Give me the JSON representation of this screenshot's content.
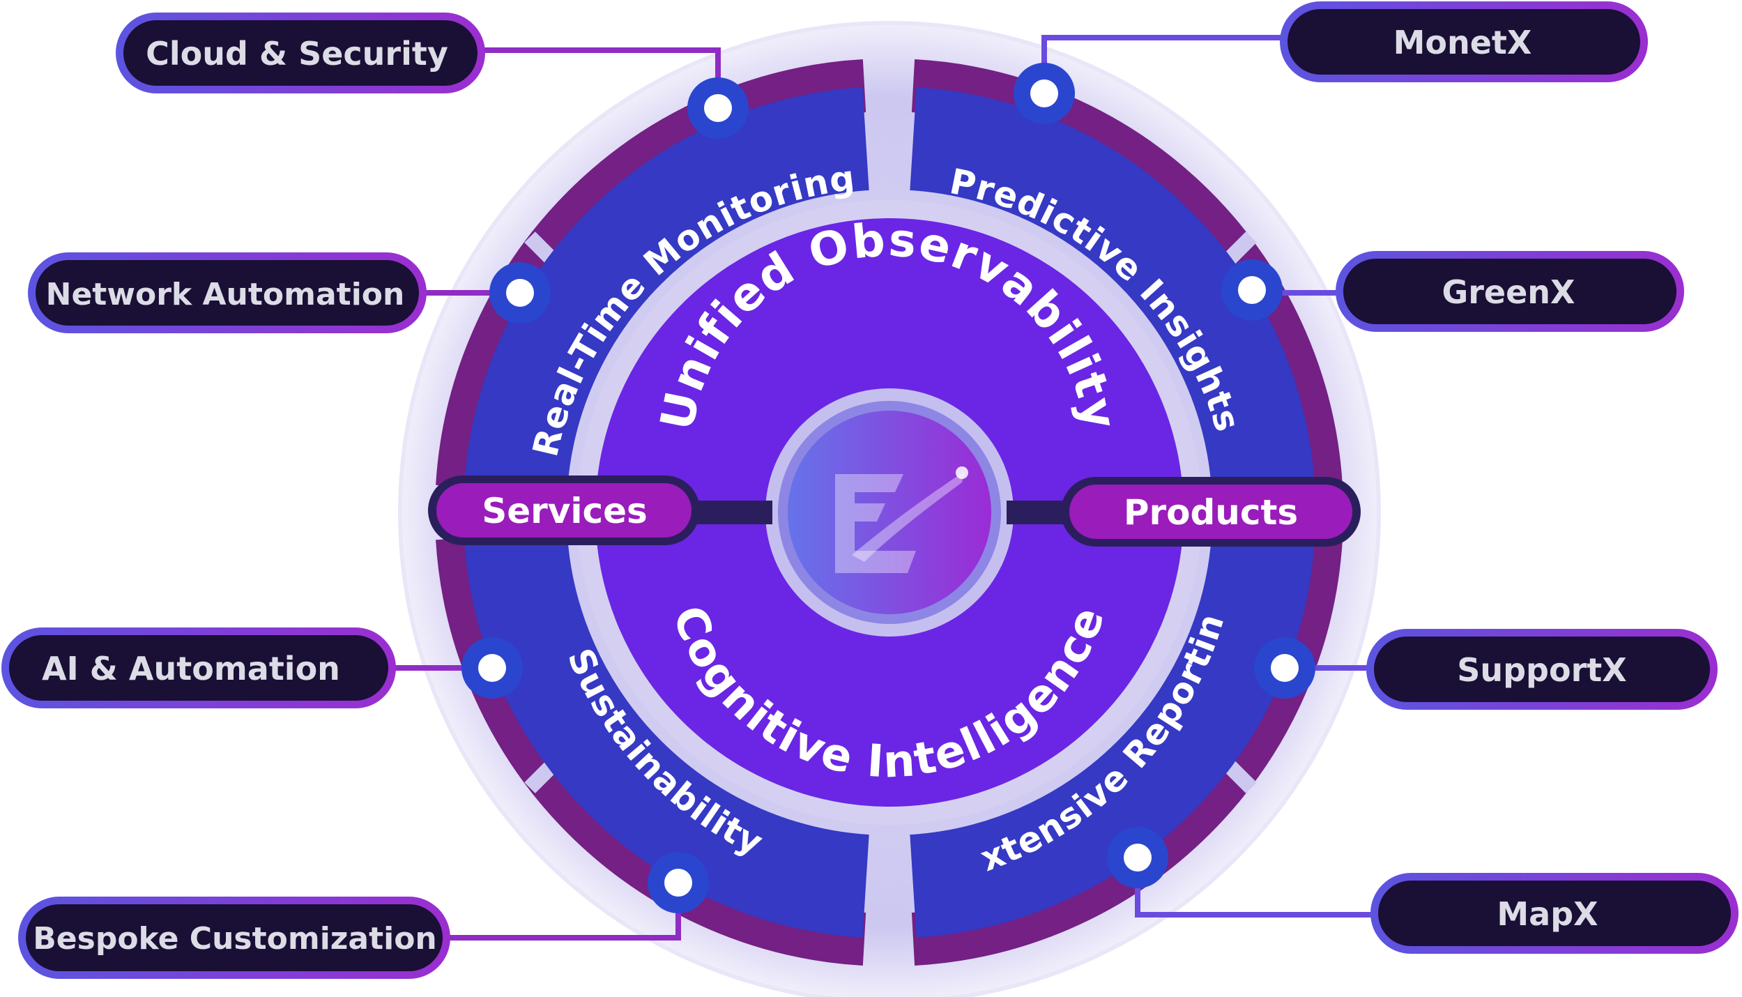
{
  "center": {
    "logo_icon": "stylized-e-logo-icon",
    "top_arc_text": "Unified Observability",
    "bottom_arc_text": "Cognitive Intelligence"
  },
  "middle_ring": {
    "top_left": "Real-Time Monitoring",
    "top_right": "Predictive Insights",
    "bottom_left": "Sustainability",
    "bottom_right": "Extensive Reporting"
  },
  "connectors": {
    "left": "Services",
    "right": "Products"
  },
  "services": [
    {
      "label": "Cloud & Security"
    },
    {
      "label": "Network Automation"
    },
    {
      "label": "AI & Automation"
    },
    {
      "label": "Bespoke Customization"
    }
  ],
  "products": [
    {
      "label": "MonetX"
    },
    {
      "label": "GreenX"
    },
    {
      "label": "SupportX"
    },
    {
      "label": "MapX"
    }
  ],
  "colors": {
    "dark_navy": "#1a0f35",
    "outer_purple": "#742084",
    "royal_blue": "#3539c4",
    "violet": "#6a26e4",
    "magenta": "#8d19b8",
    "node_blue": "#2a46cf",
    "line_purple": "#8b3fd6",
    "halo": "#c8c2ee"
  }
}
